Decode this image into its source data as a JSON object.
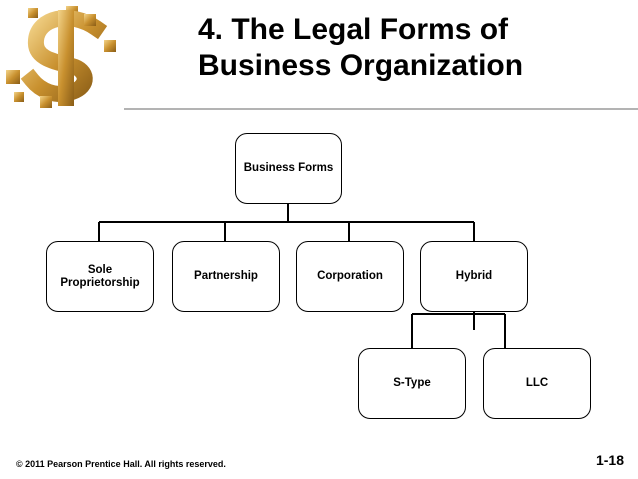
{
  "slide": {
    "title_line1": "4. The Legal Forms of",
    "title_line2": "Business Organization",
    "footer": "© 2011 Pearson Prentice Hall. All rights reserved.",
    "page_number": "1-18"
  },
  "diagram": {
    "root": "Business Forms",
    "children": [
      "Sole Proprietorship",
      "Partnership",
      "Corporation",
      "Hybrid"
    ],
    "hybrid_children": [
      "S-Type",
      "LLC"
    ]
  },
  "colors": {
    "rule": "#b3b3b3",
    "logo_gold": "#c9912f"
  }
}
